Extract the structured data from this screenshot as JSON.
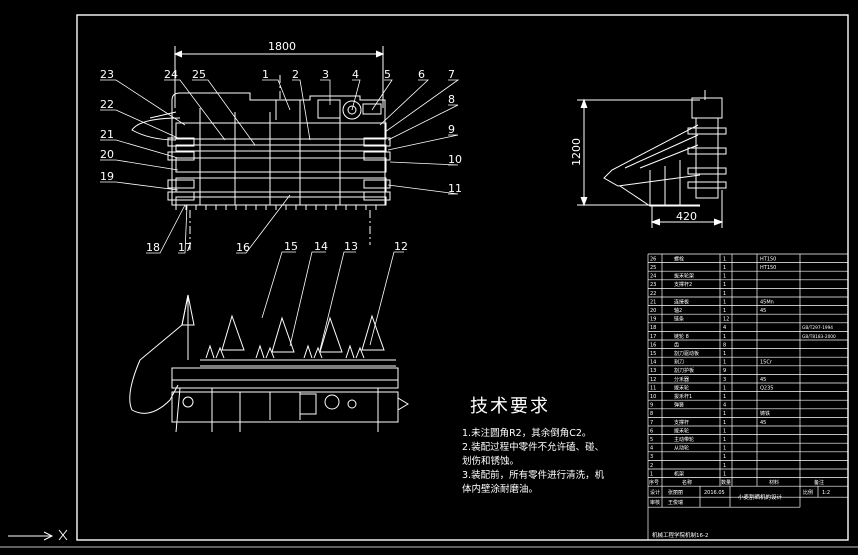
{
  "drawing": {
    "dim_width": "1800",
    "dim_side_height": "1200",
    "dim_side_width": "420",
    "callouts_top": [
      "23",
      "24",
      "25",
      "1",
      "2",
      "3",
      "4",
      "5",
      "6",
      "7"
    ],
    "callouts_right": [
      "8",
      "9",
      "10",
      "11"
    ],
    "callouts_left": [
      "22",
      "21",
      "20",
      "19"
    ],
    "callouts_bottom": [
      "18",
      "17",
      "16"
    ],
    "callouts_front": [
      "15",
      "14",
      "13",
      "12"
    ]
  },
  "tech_requirements": {
    "title": "技术要求",
    "items": [
      "1.未注圆角R2，其余倒角C2。",
      "2.装配过程中零件不允许磕、碰、",
      "  划伤和锈蚀。",
      "3.装配前，所有零件进行清洗，机",
      "  体内壁涂耐磨油。"
    ]
  },
  "bom": {
    "rows": [
      {
        "no": "26",
        "name": "螺栓",
        "qty": "1",
        "mat": "HT150",
        "std": ""
      },
      {
        "no": "25",
        "name": "",
        "qty": "1",
        "mat": "HT150",
        "std": ""
      },
      {
        "no": "24",
        "name": "拔禾轮架",
        "qty": "1",
        "mat": "",
        "std": ""
      },
      {
        "no": "23",
        "name": "支撑杆2",
        "qty": "1",
        "mat": "",
        "std": ""
      },
      {
        "no": "22",
        "name": "",
        "qty": "1",
        "mat": "",
        "std": ""
      },
      {
        "no": "21",
        "name": "连接板",
        "qty": "1",
        "mat": "45Mn",
        "std": ""
      },
      {
        "no": "20",
        "name": "轴2",
        "qty": "1",
        "mat": "45",
        "std": ""
      },
      {
        "no": "19",
        "name": "链条",
        "qty": "12",
        "mat": "",
        "std": ""
      },
      {
        "no": "18",
        "name": "",
        "qty": "4",
        "mat": "",
        "std": "GB/T297-1994"
      },
      {
        "no": "17",
        "name": "链轮 8",
        "qty": "1",
        "mat": "",
        "std": "GB/T8183-2000"
      },
      {
        "no": "16",
        "name": "齿",
        "qty": "8",
        "mat": "",
        "std": ""
      },
      {
        "no": "15",
        "name": "割刀驱动板",
        "qty": "1",
        "mat": "",
        "std": ""
      },
      {
        "no": "14",
        "name": "割刀",
        "qty": "1",
        "mat": "15Cr",
        "std": ""
      },
      {
        "no": "13",
        "name": "割刀护板",
        "qty": "9",
        "mat": "",
        "std": ""
      },
      {
        "no": "12",
        "name": "分禾器",
        "qty": "3",
        "mat": "45",
        "std": ""
      },
      {
        "no": "11",
        "name": "拨禾轮",
        "qty": "1",
        "mat": "Q235",
        "std": ""
      },
      {
        "no": "10",
        "name": "拔禾杆1",
        "qty": "1",
        "mat": "",
        "std": ""
      },
      {
        "no": "9",
        "name": "弹簧",
        "qty": "4",
        "mat": "",
        "std": ""
      },
      {
        "no": "8",
        "name": "",
        "qty": "1",
        "mat": "铸铁",
        "std": ""
      },
      {
        "no": "7",
        "name": "支撑杆",
        "qty": "1",
        "mat": "45",
        "std": ""
      },
      {
        "no": "6",
        "name": "拨禾轮",
        "qty": "1",
        "mat": "",
        "std": ""
      },
      {
        "no": "5",
        "name": "主动带轮",
        "qty": "1",
        "mat": "",
        "std": ""
      },
      {
        "no": "4",
        "name": "从动轮",
        "qty": "1",
        "mat": "",
        "std": ""
      },
      {
        "no": "3",
        "name": "",
        "qty": "1",
        "mat": "",
        "std": ""
      },
      {
        "no": "2",
        "name": "",
        "qty": "1",
        "mat": "",
        "std": ""
      },
      {
        "no": "1",
        "name": "机架",
        "qty": "1",
        "mat": "",
        "std": ""
      }
    ],
    "header": {
      "no": "序号",
      "name": "名称",
      "qty": "数量",
      "mat": "材料",
      "note": "备注"
    },
    "title_block": {
      "designer_label": "设计",
      "designer": "张丽丽",
      "checker_label": "审核",
      "checker": "王俊瑞",
      "date": "2016.05",
      "project": "小麦割晒机的设计",
      "scale_label": "比例",
      "scale": "1:2",
      "school": "机械工程学院机制16-2"
    }
  }
}
